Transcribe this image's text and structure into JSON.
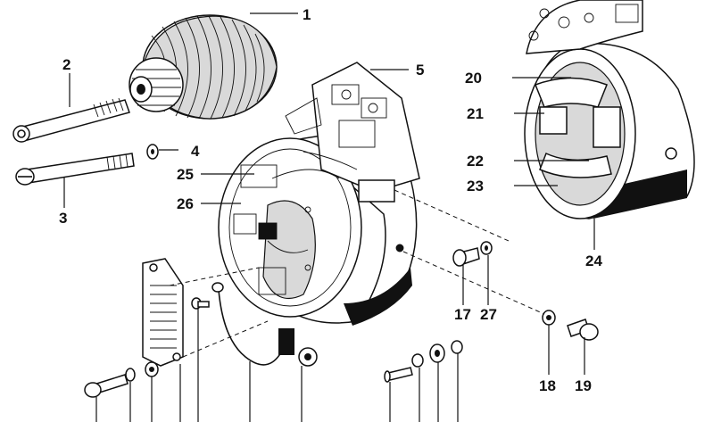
{
  "callouts": [
    "1",
    "2",
    "3",
    "4",
    "5",
    "17",
    "18",
    "19",
    "20",
    "21",
    "22",
    "23",
    "24",
    "25",
    "26",
    "27"
  ]
}
